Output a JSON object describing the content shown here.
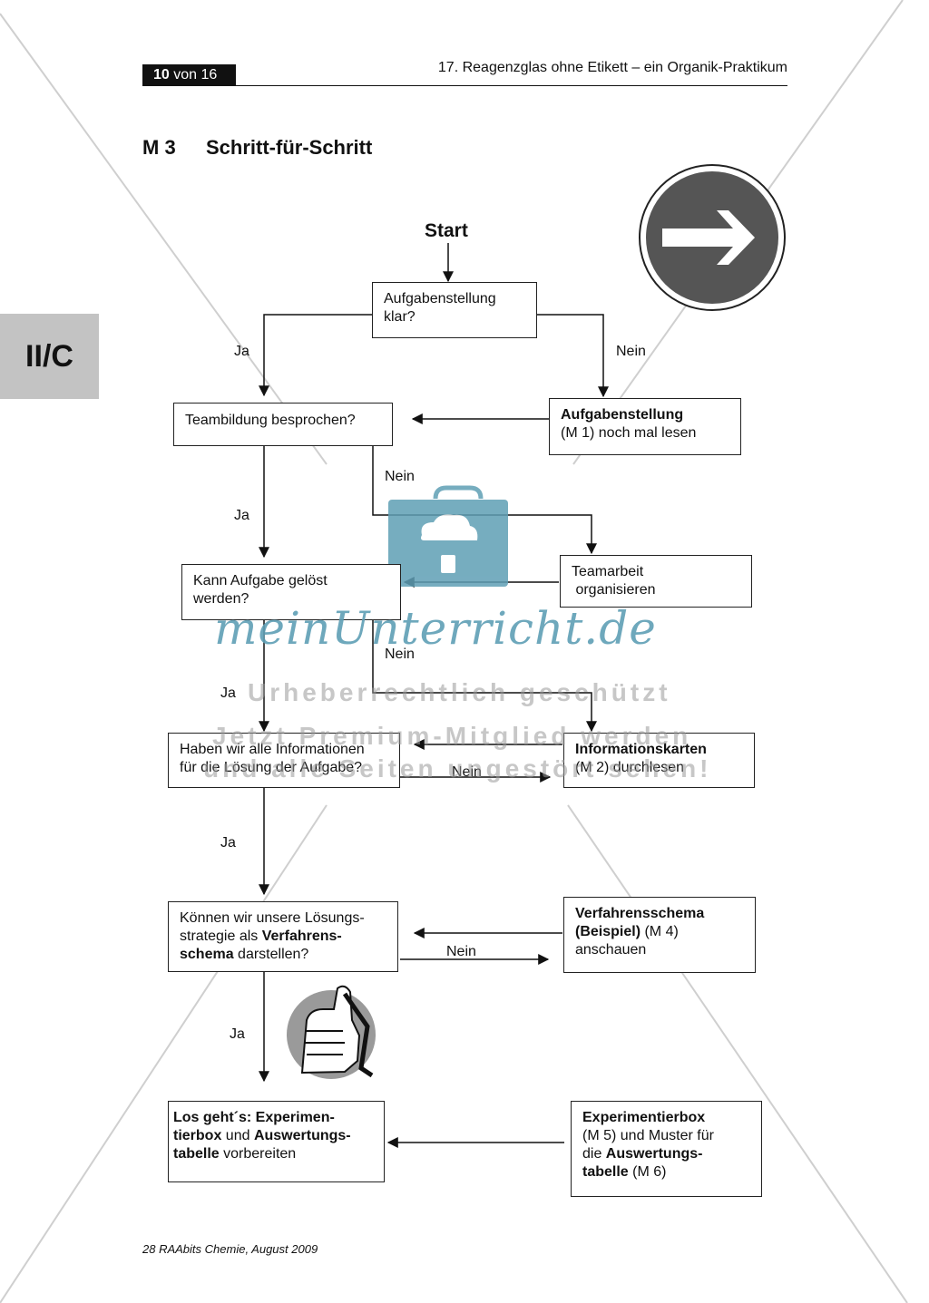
{
  "header": {
    "page_current": "10",
    "page_label": "von 16",
    "running_title": "17. Reagenzglas ohne Etikett – ein Organik-Praktikum"
  },
  "section": {
    "number": "M 3",
    "title": "Schritt-für-Schritt"
  },
  "side_tab": "II/C",
  "flowchart": {
    "start": "Start",
    "q1": {
      "line1": "Aufgabenstellung",
      "line2": "klar?"
    },
    "a1": {
      "bold": "Aufgabenstellung",
      "line2": "(M 1) noch mal lesen"
    },
    "q2": "Teambildung besprochen?",
    "a2": {
      "line1": "Teamarbeit",
      "line2": " organisieren"
    },
    "q3": {
      "line1": "Kann Aufgabe gelöst",
      "line2": "werden?"
    },
    "q4": {
      "line1": "Haben wir alle Informationen",
      "line2": "für die Lösung der Aufgabe?"
    },
    "a4": {
      "bold": "Informationskarten",
      "line2": "(M 2) durchlesen"
    },
    "q5": {
      "line1": "Können wir unsere Lösungs-",
      "line2a": "strategie als ",
      "line2b": "Verfahrens-",
      "line3a": "schema",
      "line3b": " darstellen?"
    },
    "a5": {
      "bold1": "Verfahrensschema",
      "bold2": "(Beispiel)",
      "rest2": " (M 4)",
      "line3": "anschauen"
    },
    "final": {
      "b1": "Los geht´s: Experimen-",
      "b2": "tierbox",
      "t2": " und ",
      "b2b": "Auswertungs-",
      "b3": "tabelle",
      "t3": " vorbereiten"
    },
    "a6": {
      "b1": "Experimentierbox",
      "l2": "(M 5) und Muster für",
      "l3a": "die ",
      "l3b": "Auswertungs-",
      "l4b": "tabelle",
      "l4": " (M 6)"
    },
    "yes": "Ja",
    "no": "Nein"
  },
  "watermark": {
    "logo": "meinUnterricht.de",
    "line1": "Urheberrechtlich geschützt",
    "line2": "Jetzt Premium-Mitglied werden",
    "line3": "und alle Seiten ungestört sehen!"
  },
  "footer": "28 RAAbits Chemie, August 2009"
}
